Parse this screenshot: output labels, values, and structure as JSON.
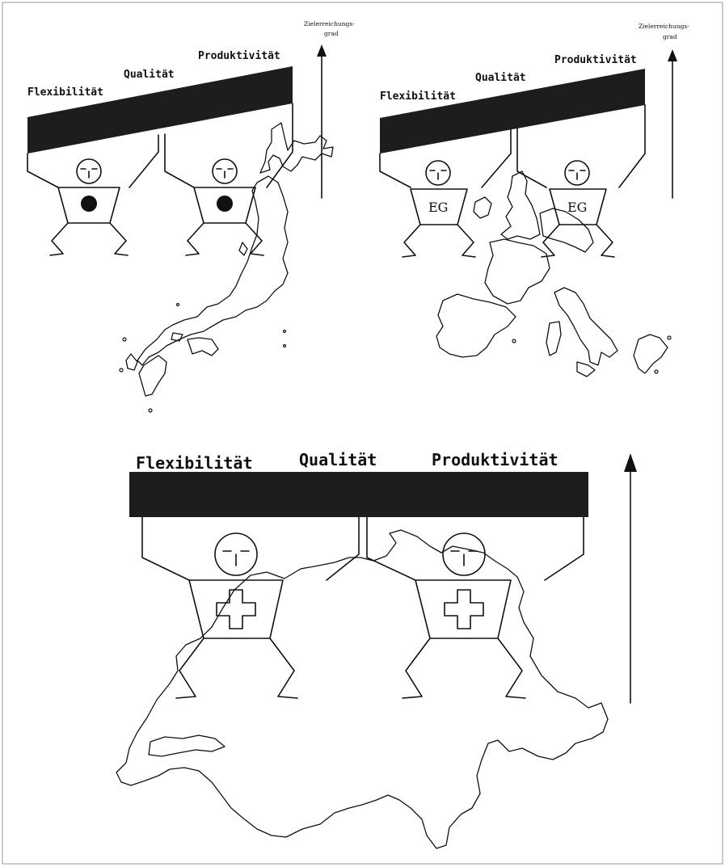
{
  "panels": {
    "japan": {
      "labels": {
        "flex": "Flexibilität",
        "qual": "Qualität",
        "prod": "Produktivität"
      },
      "axis_label_1": "Zielerreichungs-",
      "axis_label_2": "grad",
      "emblem": "filled-circle"
    },
    "eu": {
      "labels": {
        "flex": "Flexibilität",
        "qual": "Qualität",
        "prod": "Produktivität"
      },
      "axis_label_1": "Zielerreichungs-",
      "axis_label_2": "grad",
      "emblem_text": "EG"
    },
    "switzerland": {
      "labels": {
        "flex": "Flexibilität",
        "qual": "Qualität",
        "prod": "Produktivität"
      },
      "emblem": "swiss-cross"
    }
  },
  "colors": {
    "ink": "#111111",
    "bar": "#1d1d1d",
    "background": "#ffffff"
  }
}
